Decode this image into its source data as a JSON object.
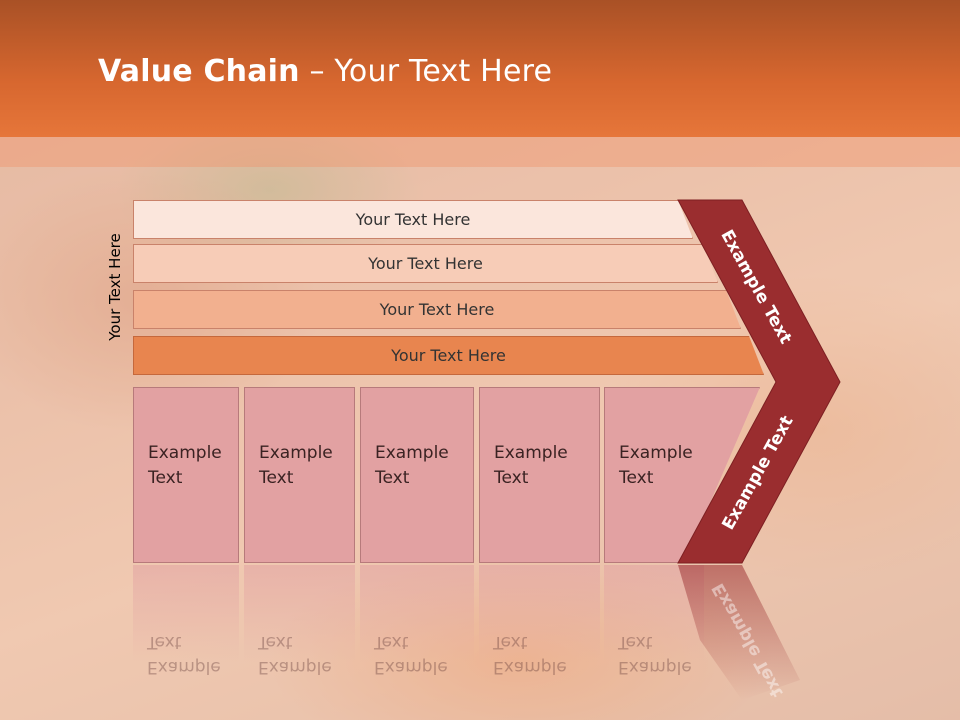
{
  "title": {
    "bold": "Value Chain",
    "rest": " – Your Text Here"
  },
  "side_label": "Your Text Here",
  "bars": [
    {
      "label": "Your Text Here"
    },
    {
      "label": "Your Text Here"
    },
    {
      "label": "Your Text Here"
    },
    {
      "label": "Your Text Here"
    }
  ],
  "boxes": [
    {
      "line1": "Example",
      "line2": "Text"
    },
    {
      "line1": "Example",
      "line2": "Text"
    },
    {
      "line1": "Example",
      "line2": "Text"
    },
    {
      "line1": "Example",
      "line2": "Text"
    },
    {
      "line1": "Example",
      "line2": "Text"
    }
  ],
  "chevron": {
    "top_label": "Example Text",
    "bottom_label": "Example Text"
  },
  "colors": {
    "header": "#d7672f",
    "bars": [
      "#fbe6dc",
      "#f7ccb7",
      "#f2b08f",
      "#e8854f"
    ],
    "boxes": "#e2a1a2",
    "chevron": "#9a2d2f"
  }
}
